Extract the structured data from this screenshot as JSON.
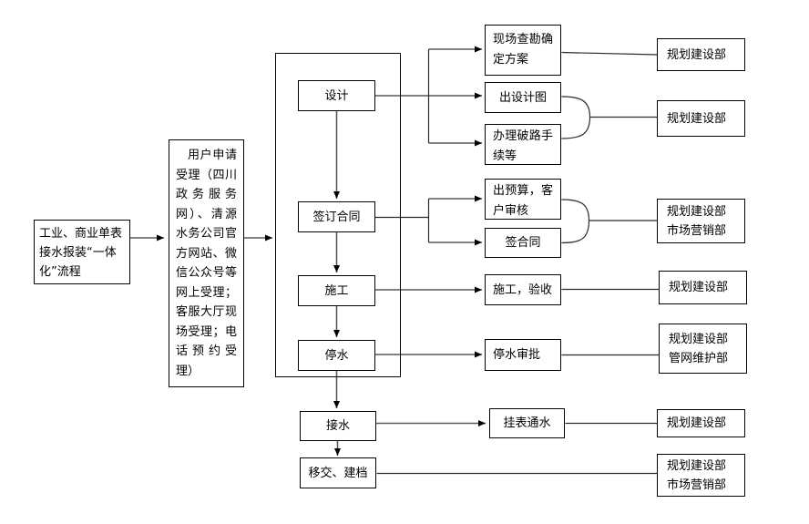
{
  "nodes": {
    "process_title": {
      "label": "工业、商业单表接水报装“一体化”流程"
    },
    "application": {
      "label": "用户申请受理（四川政务服务网）、清源水务公司官方网站、微信公众号等网上受理；客服大厅现场受理；电话预约受理）"
    },
    "design": {
      "label": "设计"
    },
    "sign_contract_stage": {
      "label": "签订合同"
    },
    "construction_stage": {
      "label": "施工"
    },
    "water_stop_stage": {
      "label": "停水"
    },
    "water_connect_stage": {
      "label": "接水"
    },
    "handover_archive": {
      "label": "移交、建档"
    },
    "site_survey": {
      "label": "现场查勘确定方案"
    },
    "design_drawing": {
      "label": "出设计图"
    },
    "road_breaking": {
      "label": "办理破路手续等"
    },
    "budget_review": {
      "label": "出预算，客户审核"
    },
    "contract_signing": {
      "label": "签合同"
    },
    "construction_acceptance": {
      "label": "施工，验收"
    },
    "water_stop_approval": {
      "label": "停水审批"
    },
    "meter_water_on": {
      "label": "挂表通水"
    },
    "dept_planning_1": {
      "label": "规划建设部"
    },
    "dept_planning_2": {
      "label": "规划建设部"
    },
    "dept_planning_marketing_1": {
      "label": "规划建设部\n市场营销部"
    },
    "dept_planning_3": {
      "label": "规划建设部"
    },
    "dept_planning_pipeline": {
      "label": "规划建设部\n管网维护部"
    },
    "dept_planning_4": {
      "label": "规划建设部"
    },
    "dept_planning_marketing_2": {
      "label": "规划建设部\n市场营销部"
    }
  },
  "colors": {
    "background": "#ffffff",
    "box_border": "#000000",
    "flow_line": "#595959",
    "plain_line": "#2b2b2b",
    "arrowhead": "#000000",
    "text": "#000000"
  }
}
